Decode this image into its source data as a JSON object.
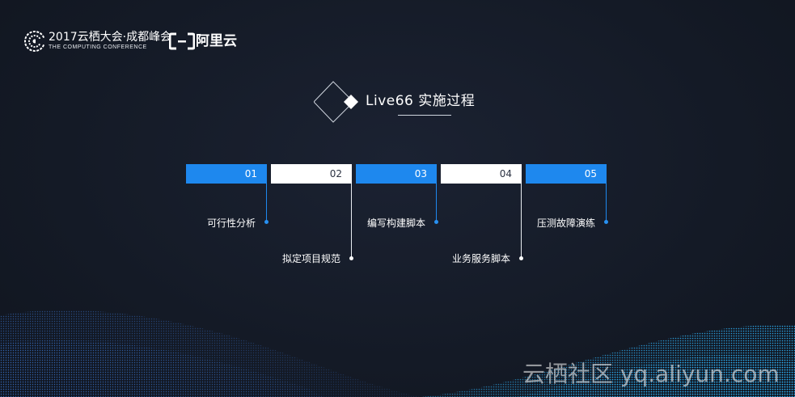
{
  "header": {
    "conference_title": "2017云栖大会·成都峰会",
    "conference_subtitle": "THE COMPUTING CONFERENCE",
    "brand_name": "阿里云"
  },
  "slide": {
    "title": "Live66 实施过程"
  },
  "steps": [
    {
      "number": "01",
      "label": "可行性分析",
      "style": "blue"
    },
    {
      "number": "02",
      "label": "拟定项目规范",
      "style": "white"
    },
    {
      "number": "03",
      "label": "编写构建脚本",
      "style": "blue"
    },
    {
      "number": "04",
      "label": "业务服务脚本",
      "style": "white"
    },
    {
      "number": "05",
      "label": "压测故障演练",
      "style": "blue"
    }
  ],
  "watermark": "云栖社区 yq.aliyun.com",
  "colors": {
    "background": "#141a26",
    "accent_blue": "#1e88ee",
    "box_white": "#ffffff"
  },
  "icons": {
    "conference_logo": "globe-icon",
    "brand_logo": "aliyun-logo-icon",
    "title_decoration": "diamond-icon"
  }
}
